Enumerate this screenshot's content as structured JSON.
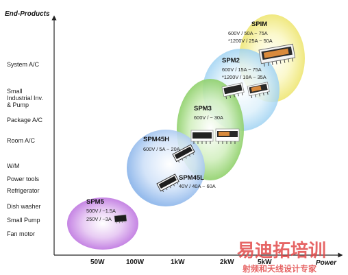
{
  "chart": {
    "y_axis_title": "End-Products",
    "x_axis_title": "Power",
    "categories": [
      {
        "id": "system-ac",
        "lines": [
          "System A/C"
        ]
      },
      {
        "id": "small-industrial",
        "lines": [
          "Small",
          "Industrial Inv.",
          "& Pump"
        ]
      },
      {
        "id": "package-ac",
        "lines": [
          "Package A/C"
        ]
      },
      {
        "id": "room-ac",
        "lines": [
          "Room A/C"
        ]
      },
      {
        "id": "wm",
        "lines": [
          "W/M"
        ]
      },
      {
        "id": "power-tools",
        "lines": [
          "Power tools"
        ]
      },
      {
        "id": "refrigerator",
        "lines": [
          "Refrigerator"
        ]
      },
      {
        "id": "dish-washer",
        "lines": [
          "Dish washer"
        ]
      },
      {
        "id": "small-pump",
        "lines": [
          "Small Pump"
        ]
      },
      {
        "id": "fan-motor",
        "lines": [
          "Fan motor"
        ]
      }
    ],
    "x_ticks": [
      "50W",
      "100W",
      "1kW",
      "2kW",
      "5kW"
    ],
    "products": [
      {
        "id": "spm5",
        "name": "SPM5",
        "specs": [
          "500V / ~1.5A",
          "250V / ~3A"
        ],
        "color": "#c97de8"
      },
      {
        "id": "spm45h",
        "name": "SPM45H",
        "specs": [
          "600V / 5A ~ 20A"
        ],
        "color": "#7fb0ec"
      },
      {
        "id": "spm45l",
        "name": "SPM45L",
        "specs": [
          "40V / 40A ~ 60A"
        ],
        "color": "#7fb0ec"
      },
      {
        "id": "spm3",
        "name": "SPM3",
        "specs": [
          "600V / ~ 30A"
        ],
        "color": "#8fd06a"
      },
      {
        "id": "spm2",
        "name": "SPM2",
        "specs": [
          "600V / 15A ~ 75A",
          "*1200V / 10A ~ 35A"
        ],
        "color": "#9fd2f2"
      },
      {
        "id": "spim",
        "name": "SPIM",
        "specs": [
          "600V / 50A ~ 75A",
          "*1200V / 25A ~ 50A"
        ],
        "color": "#f2ee8a"
      }
    ]
  },
  "watermark": {
    "title": "易迪拓培训",
    "subtitle": "射频和天线设计专家",
    "color": "#e24b4b"
  }
}
